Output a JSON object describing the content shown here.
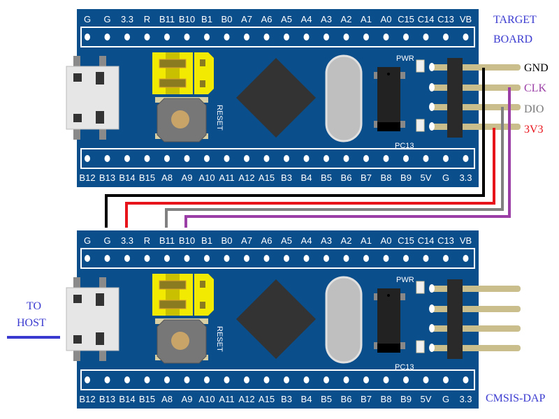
{
  "boards": [
    {
      "id": "target",
      "caption_lines": [
        "TARGET",
        "BOARD"
      ]
    },
    {
      "id": "probe",
      "caption_lines": [
        "CMSIS-DAP"
      ]
    }
  ],
  "top_pins": [
    "G",
    "G",
    "3.3",
    "R",
    "B11",
    "B10",
    "B1",
    "B0",
    "A7",
    "A6",
    "A5",
    "A4",
    "A3",
    "A2",
    "A1",
    "A0",
    "C15",
    "C14",
    "C13",
    "VB"
  ],
  "bottom_pins": [
    "B12",
    "B13",
    "B14",
    "B15",
    "A8",
    "A9",
    "A10",
    "A11",
    "A12",
    "A15",
    "B3",
    "B4",
    "B5",
    "B6",
    "B7",
    "B8",
    "B9",
    "5V",
    "G",
    "3.3"
  ],
  "silkscreen": {
    "reset": "RESET",
    "pwr": "PWR",
    "pc13": "PC13"
  },
  "swd_labels": [
    {
      "text": "GND",
      "color": "#000000"
    },
    {
      "text": "CLK",
      "color": "#9b3fa6"
    },
    {
      "text": "DIO",
      "color": "#7a7a7a"
    },
    {
      "text": "3V3",
      "color": "#e8141c"
    }
  ],
  "host_label_lines": [
    "TO",
    "HOST"
  ],
  "colors": {
    "board": "#0a4e8c",
    "caption": "#3a3ad0",
    "gnd": "#000000",
    "clk": "#9b3fa6",
    "dio": "#808080",
    "v33": "#e8141c"
  }
}
